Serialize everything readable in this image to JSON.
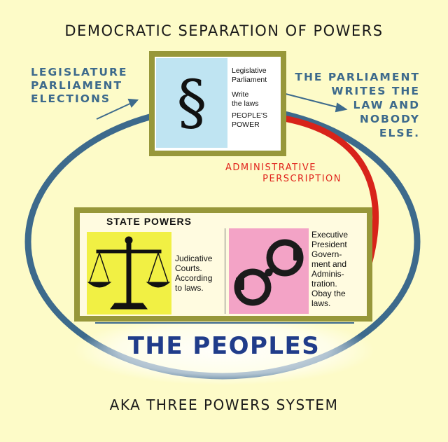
{
  "title": "DEMOCRATIC SEPARATION OF POWERS",
  "footer": "AKA THREE POWERS SYSTEM",
  "left_label": [
    "LEGISLATURE",
    "PARLIAMENT",
    "ELECTIONS"
  ],
  "right_label": [
    "THE PARLIAMENT",
    "WRITES THE",
    "LAW AND",
    "NOBODY",
    "ELSE."
  ],
  "admin_label": [
    "ADMINISTRATIVE",
    "PERSCRIPTION"
  ],
  "legislative": {
    "symbol": "§",
    "line1": "Legislative",
    "line2": "Parliament",
    "line3": "Write",
    "line4": "the laws",
    "line5": "PEOPLE'S",
    "line6": "POWER"
  },
  "state_powers": {
    "title": "STATE POWERS",
    "judicative": [
      "Judicative",
      "Courts.",
      "According",
      "to laws."
    ],
    "executive": [
      "Executive",
      "President",
      "Govern-",
      "ment and",
      "Adminis-",
      "tration.",
      "Obay the",
      "laws."
    ]
  },
  "peoples": "THE PEOPLES",
  "colors": {
    "background": "#fdfbc8",
    "cycle_blue": "#3d6a8c",
    "admin_red": "#d8231a",
    "box_border": "#97973a",
    "legislative_icon_bg": "#bfe4f2",
    "scales_bg": "#f1f044",
    "cuffs_bg": "#f3a3c6",
    "peoples_text": "#203c8a"
  },
  "icons": [
    "paragraph-icon",
    "scales-icon",
    "handcuffs-icon"
  ]
}
